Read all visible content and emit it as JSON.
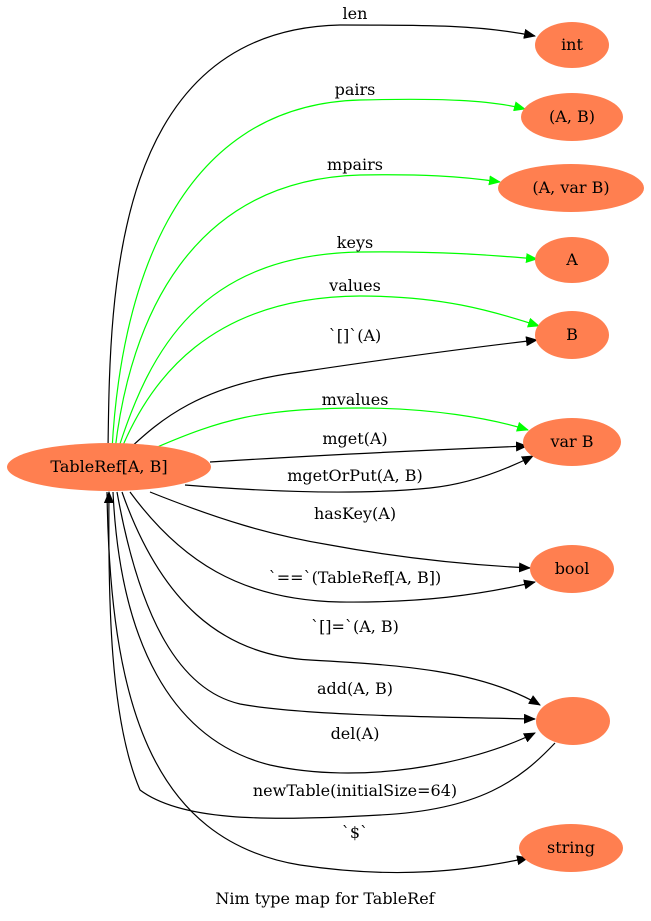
{
  "caption": "Nim type map for TableRef",
  "colors": {
    "node_fill": "#ff7f50",
    "edge_black": "#000000",
    "edge_green": "#00ff00"
  },
  "nodes": {
    "tableref": "TableRef[A, B]",
    "int": "int",
    "pair_ab": "(A, B)",
    "pair_a_varb": "(A, var B)",
    "a": "A",
    "b": "B",
    "var_b": "var B",
    "bool": "bool",
    "void": "",
    "string": "string"
  },
  "edges": {
    "len": "len",
    "pairs": "pairs",
    "mpairs": "mpairs",
    "keys": "keys",
    "values": "values",
    "index": "`[]`(A)",
    "mvalues": "mvalues",
    "mget": "mget(A)",
    "mgetorput": "mgetOrPut(A, B)",
    "haskey": "hasKey(A)",
    "eq": "`==`(TableRef[A, B])",
    "indexassign": "`[]=`(A, B)",
    "add": "add(A, B)",
    "del": "del(A)",
    "newtable": "newTable(initialSize=64)",
    "dollar": "`$`"
  }
}
